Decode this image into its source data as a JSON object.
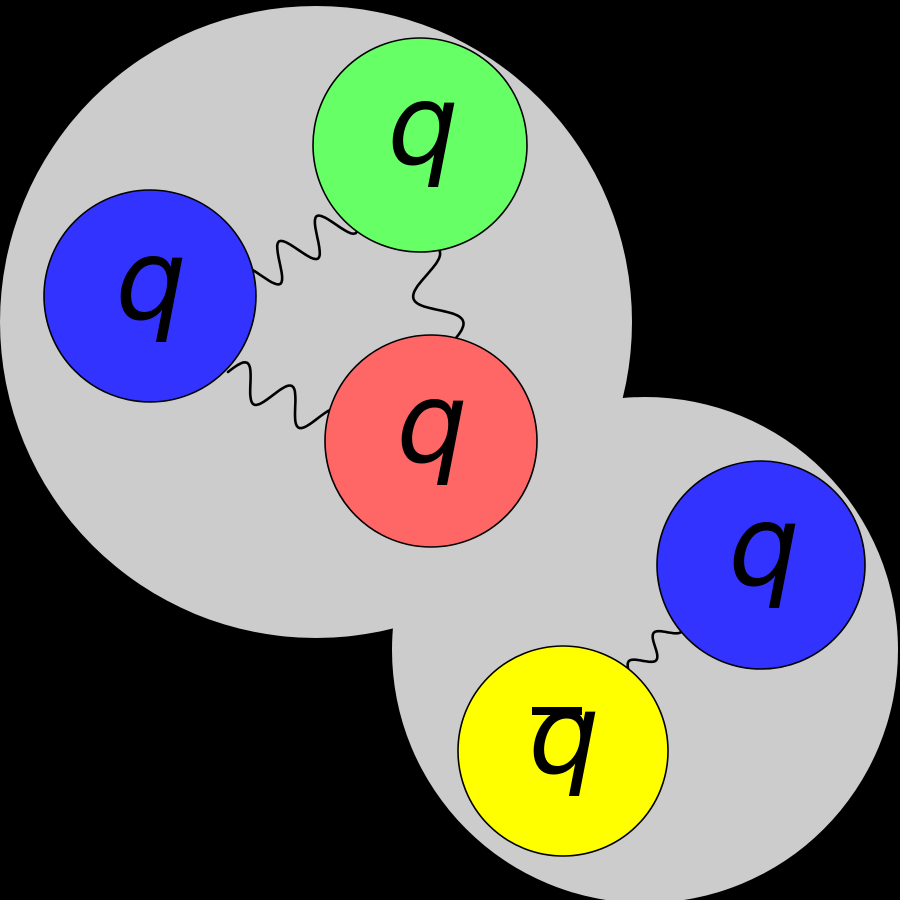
{
  "diagram": {
    "kind": "pentaquark-structure",
    "background_color": "#000000",
    "stroke_color": "#000000"
  },
  "clusters": [
    {
      "id": "cluster-three-quarks",
      "description": "large gray cluster containing three quarks",
      "color": "#cccccc"
    },
    {
      "id": "cluster-quark-antiquark",
      "description": "small gray cluster containing quark and antiquark",
      "color": "#cccccc"
    }
  ],
  "quarks": [
    {
      "id": "quark-blue-upper-left",
      "label": "q",
      "color": "#3333ff",
      "color_name": "blue",
      "antiquark": false
    },
    {
      "id": "quark-green-top",
      "label": "q",
      "color": "#66ff66",
      "color_name": "green",
      "antiquark": false
    },
    {
      "id": "quark-red-center",
      "label": "q",
      "color": "#ff6666",
      "color_name": "red",
      "antiquark": false
    },
    {
      "id": "quark-blue-lower-right",
      "label": "q",
      "color": "#3333ff",
      "color_name": "blue",
      "antiquark": false
    },
    {
      "id": "antiquark-yellow",
      "label": "q",
      "color": "#ffff00",
      "color_name": "yellow",
      "antiquark": true
    }
  ],
  "gluons": [
    {
      "from": "quark-blue-upper-left",
      "to": "quark-green-top"
    },
    {
      "from": "quark-green-top",
      "to": "quark-red-center"
    },
    {
      "from": "quark-blue-upper-left",
      "to": "quark-red-center"
    },
    {
      "from": "quark-blue-lower-right",
      "to": "antiquark-yellow"
    }
  ]
}
